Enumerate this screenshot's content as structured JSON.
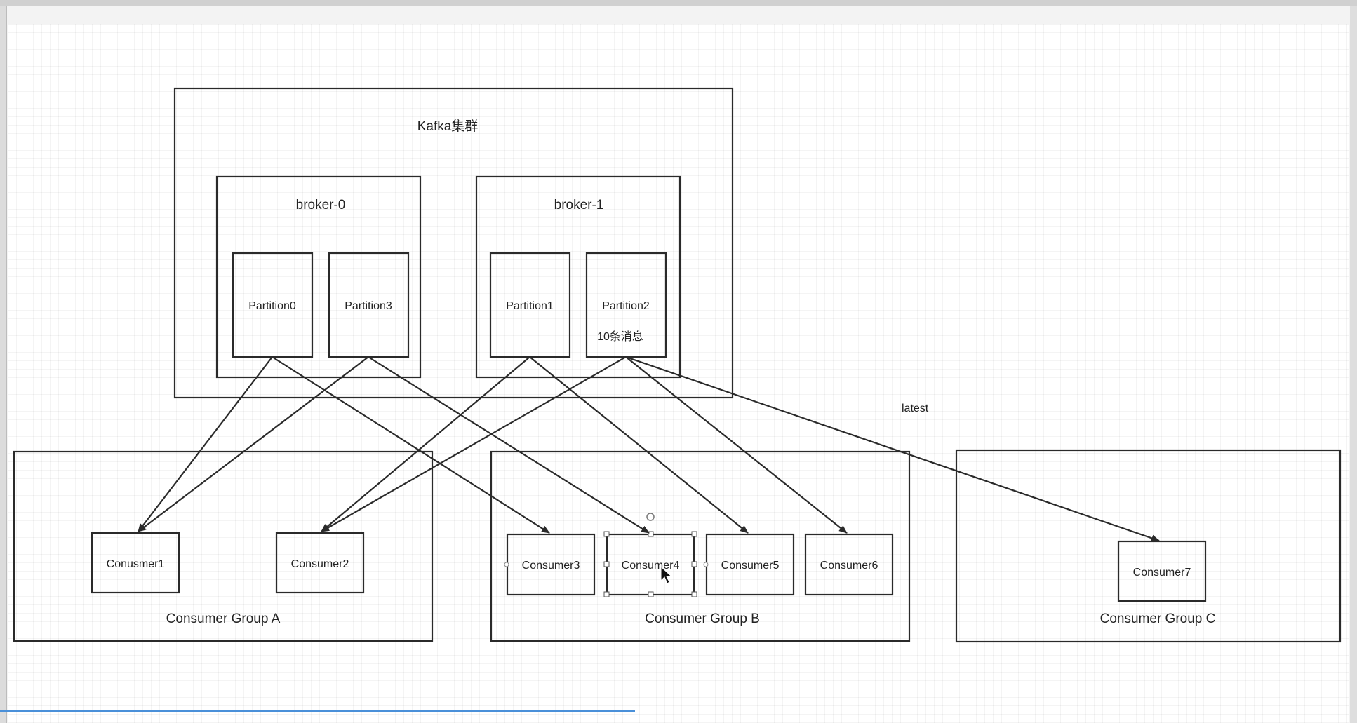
{
  "cluster": {
    "label": "Kafka集群"
  },
  "brokers": [
    {
      "label": "broker-0"
    },
    {
      "label": "broker-1"
    }
  ],
  "partitions": [
    {
      "id": "p0",
      "label": "Partition0"
    },
    {
      "id": "p3",
      "label": "Partition3"
    },
    {
      "id": "p1",
      "label": "Partition1"
    },
    {
      "id": "p2",
      "label": "Partition2",
      "note": "10条消息"
    }
  ],
  "groups": [
    {
      "label": "Consumer Group A"
    },
    {
      "label": "Consumer Group B"
    },
    {
      "label": "Consumer Group C"
    }
  ],
  "consumers": [
    {
      "id": "c1",
      "label": "Conusmer1"
    },
    {
      "id": "c2",
      "label": "Consumer2"
    },
    {
      "id": "c3",
      "label": "Consumer3"
    },
    {
      "id": "c4",
      "label": "Consumer4"
    },
    {
      "id": "c5",
      "label": "Consumer5"
    },
    {
      "id": "c6",
      "label": "Consumer6"
    },
    {
      "id": "c7",
      "label": "Consumer7"
    }
  ],
  "edges": [
    {
      "from": "p0",
      "to": "c1"
    },
    {
      "from": "p0",
      "to": "c3"
    },
    {
      "from": "p3",
      "to": "c1"
    },
    {
      "from": "p3",
      "to": "c4"
    },
    {
      "from": "p1",
      "to": "c2"
    },
    {
      "from": "p1",
      "to": "c5"
    },
    {
      "from": "p2",
      "to": "c2"
    },
    {
      "from": "p2",
      "to": "c6"
    },
    {
      "from": "p2",
      "to": "c7"
    }
  ],
  "annotation": {
    "text": "latest"
  }
}
